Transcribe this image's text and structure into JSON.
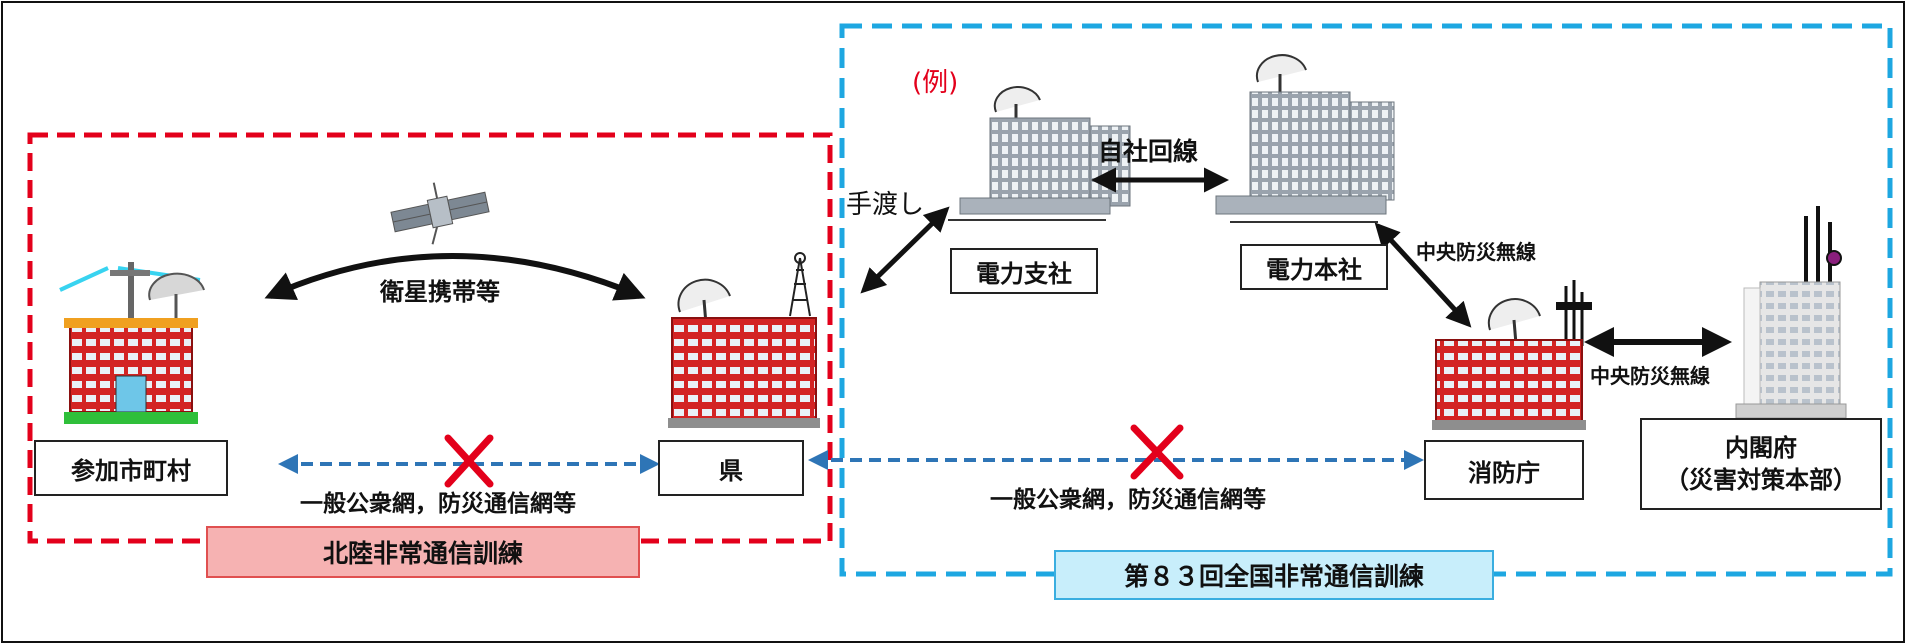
{
  "example_mark": "(例)",
  "regions": {
    "hokuriku_label": "北陸非常通信訓練",
    "national_label": "第８３回全国非常通信訓練"
  },
  "nodes": {
    "municipality": "参加市町村",
    "prefecture": "県",
    "power_branch": "電力支社",
    "power_hq": "電力本社",
    "fire_agency": "消防庁",
    "cabinet_line1": "内閣府",
    "cabinet_line2": "（災害対策本部）"
  },
  "links": {
    "satellite": "衛星携帯等",
    "public_left": "一般公衆網，防災通信網等",
    "public_right": "一般公衆網，防災通信網等",
    "handover": "手渡し",
    "own_line": "自社回線",
    "central_1": "中央防災無線",
    "central_2": "中央防災無線"
  },
  "colors": {
    "frame": "#111111",
    "hokuriku_border": "#e3001b",
    "national_border": "#1ea7e1",
    "blue_arrow": "#2e75b6",
    "cross": "#e3001b",
    "hokuriku_banner_fill": "#f6b2b2",
    "hokuriku_banner_border": "#e05050",
    "national_banner_fill": "#c8eefb",
    "national_banner_border": "#3aaee0",
    "example_text": "#e3001b"
  },
  "icons": [
    "satellite-icon",
    "municipal-building-icon",
    "prefecture-building-icon",
    "power-branch-building-icon",
    "power-hq-building-icon",
    "fire-agency-building-icon",
    "cabinet-building-icon",
    "failed-link-cross-icon"
  ]
}
